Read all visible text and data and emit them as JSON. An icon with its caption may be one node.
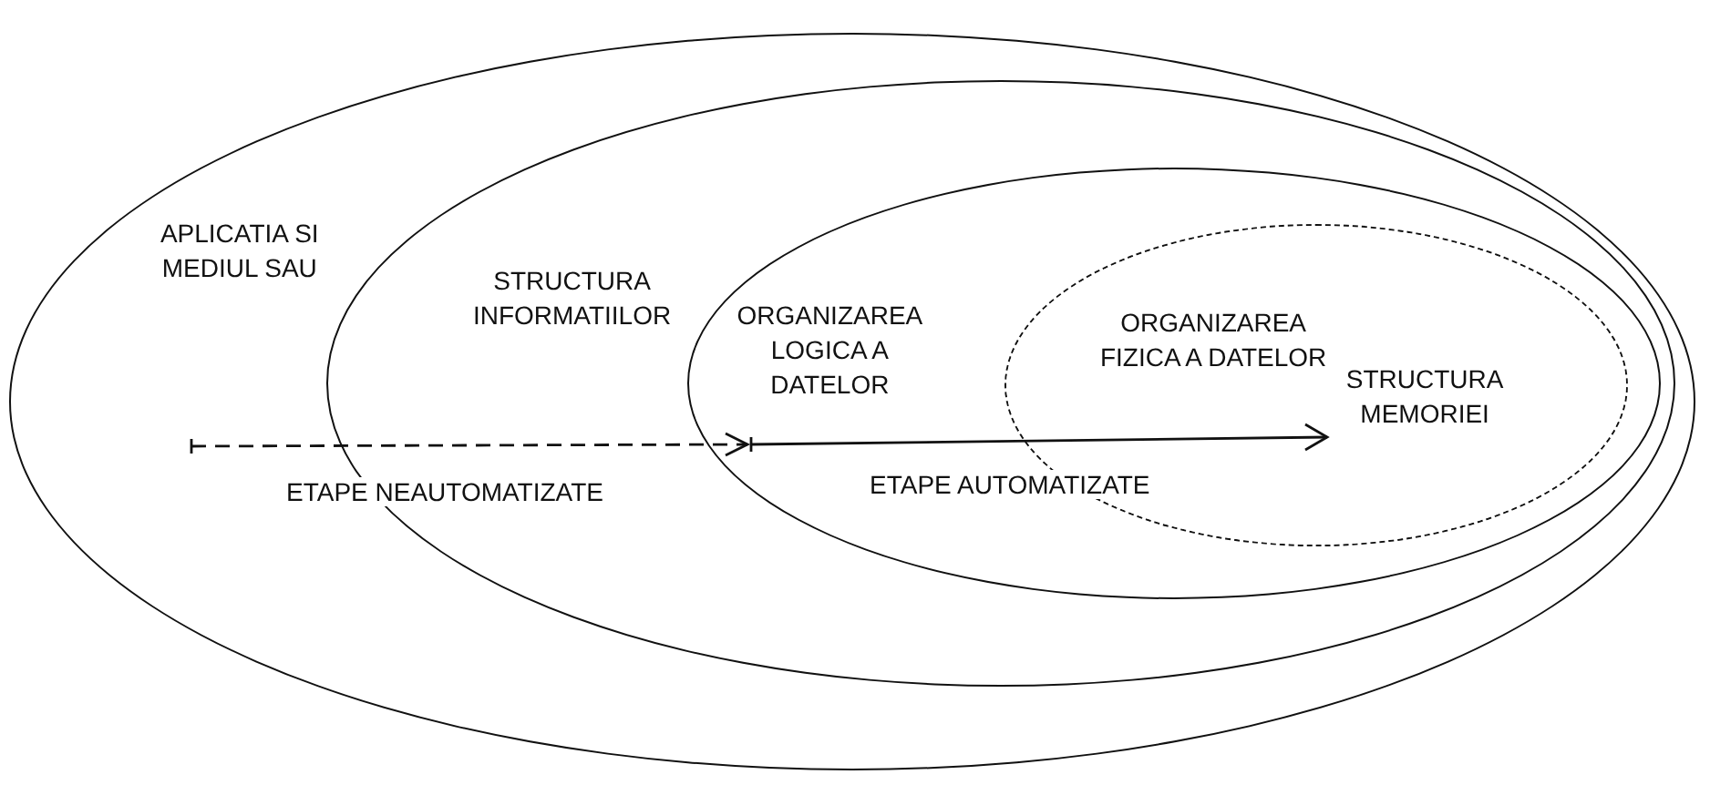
{
  "diagram": {
    "nodes": [
      {
        "text": [
          "APLICATIA SI MEDIUL SAU"
        ]
      },
      {
        "text": [
          "STRUCTURA INFORMATIILOR"
        ],
        "in": 0
      },
      {
        "text": [
          "ORGANIZAREA LOGICA A DATELOR"
        ],
        "in": 1
      },
      {
        "text": [
          "ORGANIZAREA FIZICA A DATELOR",
          "STRUCTURA MEMORIEI"
        ],
        "in": 2
      }
    ],
    "edges": [],
    "labels": [
      "ETAPE NEAUTOMATIZATE",
      "ETAPE AUTOMATIZATE"
    ]
  }
}
